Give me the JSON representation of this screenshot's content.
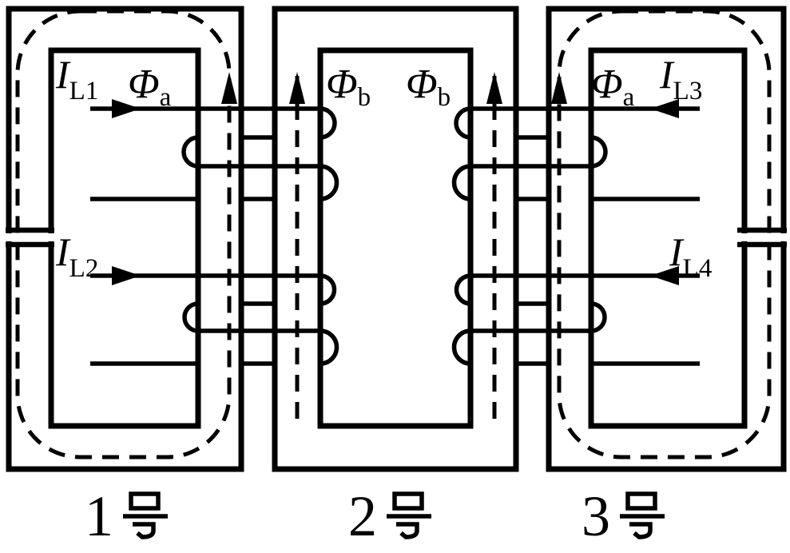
{
  "figure": {
    "background": "#ffffff",
    "line_color": "#000000",
    "current_labels": [
      {
        "id": "il1",
        "symbol": "I",
        "subscript": "L1"
      },
      {
        "id": "il2",
        "symbol": "I",
        "subscript": "L2"
      },
      {
        "id": "il3",
        "symbol": "I",
        "subscript": "L3"
      },
      {
        "id": "il4",
        "symbol": "I",
        "subscript": "L4"
      }
    ],
    "flux_labels": [
      {
        "id": "phi-a-core1",
        "symbol": "Φ",
        "subscript": "a"
      },
      {
        "id": "phi-b-left",
        "symbol": "Φ",
        "subscript": "b"
      },
      {
        "id": "phi-b-right",
        "symbol": "Φ",
        "subscript": "b"
      },
      {
        "id": "phi-a-core3",
        "symbol": "Φ",
        "subscript": "a"
      }
    ],
    "core_labels": [
      {
        "number": "1",
        "suffix": "号",
        "text": "1 号"
      },
      {
        "number": "2",
        "suffix": "号",
        "text": "2 号"
      },
      {
        "number": "3",
        "suffix": "号",
        "text": "3 号"
      }
    ]
  }
}
